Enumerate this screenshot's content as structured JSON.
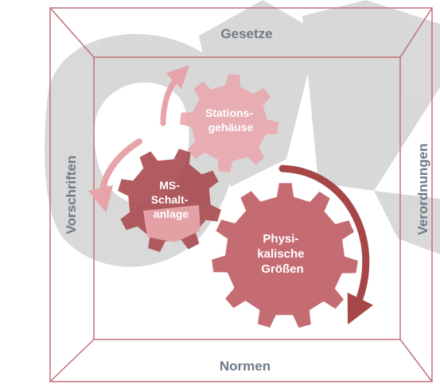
{
  "frame": {
    "top_label": "Gesetze",
    "bottom_label": "Normen",
    "left_label": "Vorschriften",
    "right_label": "Verordnungen"
  },
  "gears": [
    {
      "id": "stationsgehaeuse",
      "lines": [
        "Stations-",
        "gehäuse"
      ]
    },
    {
      "id": "ms-schaltanlage",
      "lines": [
        "MS-",
        "Schalt-",
        "anlage"
      ]
    },
    {
      "id": "physikalische-groessen",
      "lines": [
        "Physi-",
        "kalische",
        "Größen"
      ]
    }
  ],
  "colors": {
    "frame_line": "#c0707a",
    "label_gray": "#6f7b86",
    "watermark": "#d2d2d2",
    "gear_large": "#c06066",
    "gear_small": "#a84a50",
    "gear_light": "#e9a9ae",
    "arrow": "#a64646"
  }
}
